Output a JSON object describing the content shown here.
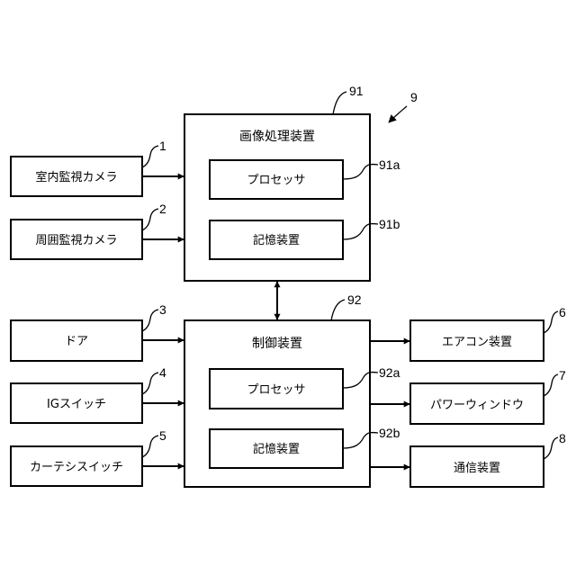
{
  "figure_ref": "9",
  "image_processor": {
    "ref": "91",
    "title": "画像処理装置",
    "processor": {
      "ref": "91a",
      "label": "プロセッサ"
    },
    "storage": {
      "ref": "91b",
      "label": "記憶装置"
    }
  },
  "controller": {
    "ref": "92",
    "title": "制御装置",
    "processor": {
      "ref": "92a",
      "label": "プロセッサ"
    },
    "storage": {
      "ref": "92b",
      "label": "記憶装置"
    }
  },
  "inputs": [
    {
      "ref": "1",
      "label": "室内監視カメラ"
    },
    {
      "ref": "2",
      "label": "周囲監視カメラ"
    },
    {
      "ref": "3",
      "label": "ドア"
    },
    {
      "ref": "4",
      "label": "IGスイッチ"
    },
    {
      "ref": "5",
      "label": "カーテシスイッチ"
    }
  ],
  "outputs": [
    {
      "ref": "6",
      "label": "エアコン装置"
    },
    {
      "ref": "7",
      "label": "パワーウィンドウ"
    },
    {
      "ref": "8",
      "label": "通信装置"
    }
  ]
}
